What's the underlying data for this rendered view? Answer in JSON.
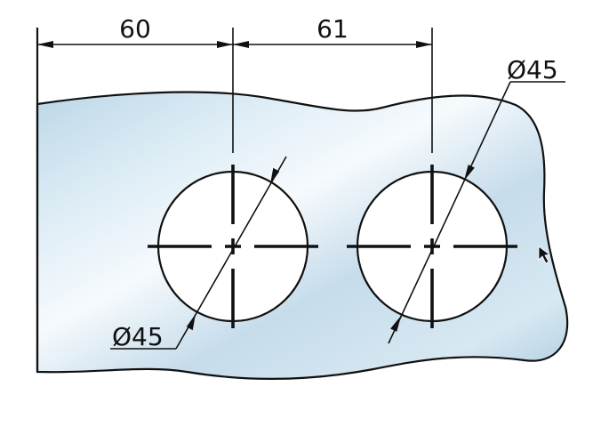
{
  "dimensions": {
    "horizontal": [
      {
        "label": "60"
      },
      {
        "label": "61"
      }
    ],
    "diameters": [
      {
        "label": "Ø45"
      },
      {
        "label": "Ø45"
      }
    ]
  },
  "colors": {
    "line": "#111111",
    "plate_light": "#f4f9fc",
    "plate_mid": "#cfe3ee",
    "plate_dark": "#b2d1e2"
  },
  "icons": {
    "cursor": "mouse-pointer-icon"
  }
}
